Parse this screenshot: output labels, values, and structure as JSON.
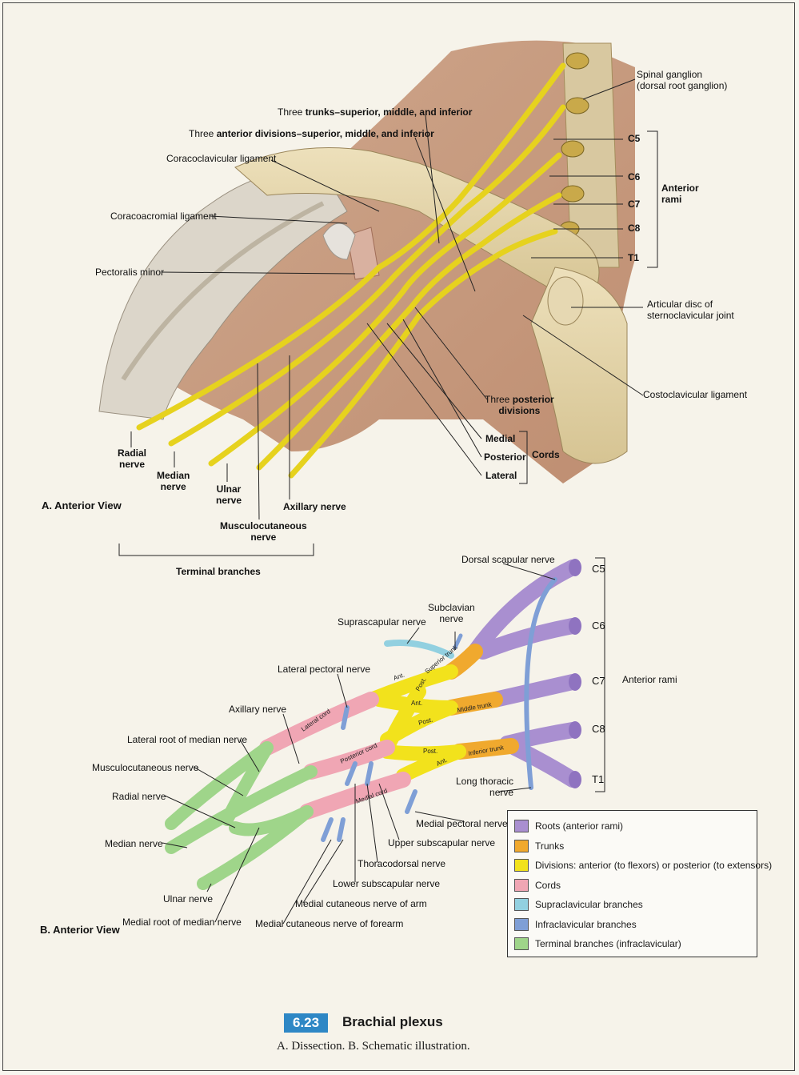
{
  "panel_a": {
    "view_label": "A. Anterior View",
    "labels": {
      "spinal_ganglion": "Spinal ganglion",
      "spinal_ganglion_sub": "(dorsal root ganglion)",
      "three_trunks_prefix": "Three ",
      "three_trunks_bold": "trunks",
      "three_trunks_suffix": "–superior, middle, and inferior",
      "three_ant_prefix": "Three ",
      "three_ant_bold": "anterior divisions",
      "three_ant_suffix": "–superior, middle, and inferior",
      "coracoclavicular": "Coracoclavicular ligament",
      "coracoacromial": "Coracoacromial ligament",
      "pectoralis_minor": "Pectoralis minor",
      "c5": "C5",
      "c6": "C6",
      "c7": "C7",
      "c8": "C8",
      "t1": "T1",
      "anterior_rami": "Anterior",
      "anterior_rami_2": "rami",
      "articular_disc": "Articular disc of",
      "articular_disc_2": "sternoclavicular joint",
      "costoclavicular": "Costoclavicular ligament",
      "three_posterior_1": "Three ",
      "three_posterior_bold": "posterior",
      "three_posterior_2": "divisions",
      "medial": "Medial",
      "posterior": "Posterior",
      "lateral": "Lateral",
      "cords": "Cords",
      "radial_1": "Radial",
      "radial_2": "nerve",
      "median_1": "Median",
      "median_2": "nerve",
      "ulnar_1": "Ulnar",
      "ulnar_2": "nerve",
      "axillary": "Axillary nerve",
      "musculo_1": "Musculocutaneous",
      "musculo_2": "nerve",
      "terminal_branches": "Terminal branches"
    }
  },
  "panel_b": {
    "view_label": "B. Anterior View",
    "labels": {
      "dorsal_scapular": "Dorsal scapular nerve",
      "subclavian_1": "Subclavian",
      "subclavian_2": "nerve",
      "suprascapular": "Suprascapular nerve",
      "lateral_pectoral": "Lateral pectoral nerve",
      "axillary": "Axillary nerve",
      "lateral_root_median": "Lateral root of median nerve",
      "musculocutaneous": "Musculocutaneous nerve",
      "radial": "Radial nerve",
      "median": "Median nerve",
      "ulnar": "Ulnar nerve",
      "medial_root_median": "Medial root of median nerve",
      "medial_cut_forearm": "Medial cutaneous nerve of forearm",
      "medial_cut_arm": "Medial cutaneous nerve of arm",
      "lower_subscap": "Lower subscapular nerve",
      "thoracodorsal": "Thoracodorsal nerve",
      "upper_subscap": "Upper subscapular nerve",
      "medial_pectoral": "Medial pectoral nerve",
      "long_thoracic_1": "Long thoracic",
      "long_thoracic_2": "nerve",
      "c5": "C5",
      "c6": "C6",
      "c7": "C7",
      "c8": "C8",
      "t1": "T1",
      "anterior_rami": "Anterior rami",
      "ant": "Ant.",
      "post": "Post.",
      "superior_trunk": "Superior trunk",
      "middle_trunk": "Middle trunk",
      "inferior_trunk": "Inferior trunk",
      "lateral_cord": "Lateral cord",
      "posterior_cord": "Posterior cord",
      "medial_cord": "Medial cord"
    },
    "legend": [
      {
        "label": "Roots (anterior rami)",
        "color": "#a98fd0"
      },
      {
        "label": "Trunks",
        "color": "#f0a92e"
      },
      {
        "label": "Divisions: anterior (to flexors) or posterior (to extensors)",
        "color": "#f2e21c"
      },
      {
        "label": "Cords",
        "color": "#f0a6b4"
      },
      {
        "label": "Supraclavicular branches",
        "color": "#92d0e0"
      },
      {
        "label": "Infraclavicular branches",
        "color": "#7f9fd6"
      },
      {
        "label": "Terminal branches (infraclavicular)",
        "color": "#9fd58a"
      }
    ]
  },
  "figure": {
    "number": "6.23",
    "title": "Brachial plexus",
    "caption": "A. Dissection. B. Schematic illustration."
  }
}
